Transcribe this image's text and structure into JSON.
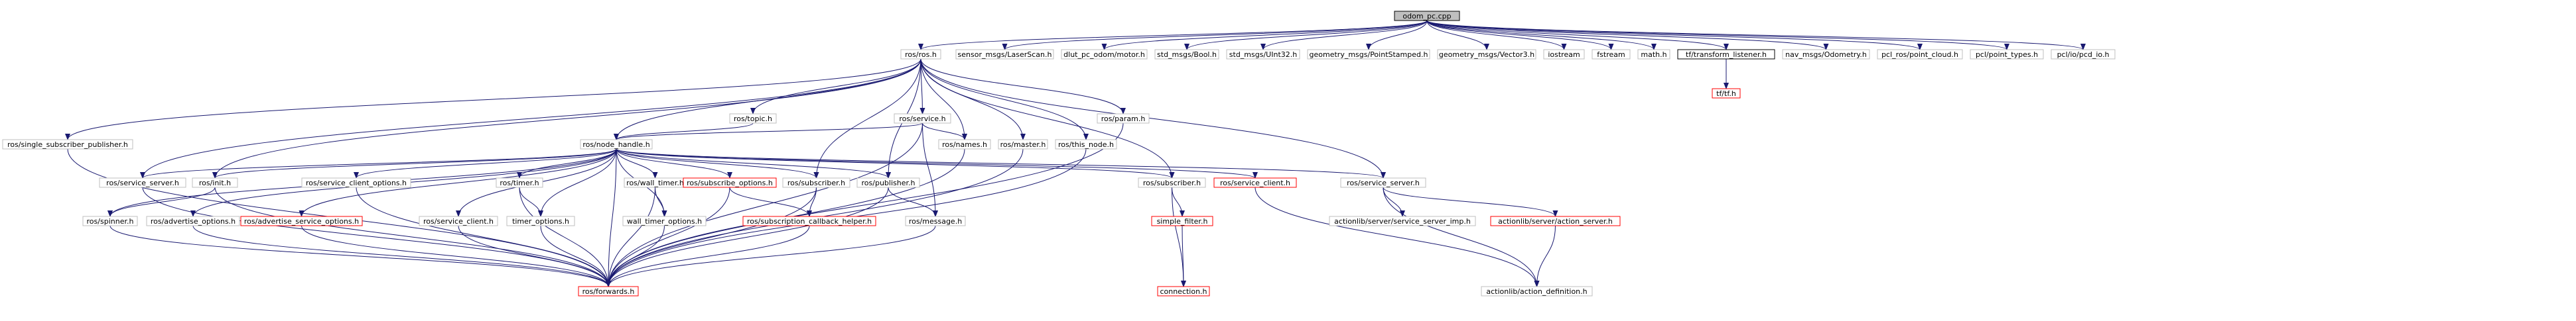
{
  "colors": {
    "edge": "#191970",
    "border_default": "#bfbfbf",
    "border_missing": "#ff0000",
    "border_root": "#000000",
    "fill_default": "#ffffff",
    "fill_root": "#bfbfbf"
  },
  "nodes": [
    {
      "id": "odom",
      "label": "odom_pc.cpp",
      "kind": "root"
    },
    {
      "id": "rosh",
      "label": "ros/ros.h",
      "kind": "normal"
    },
    {
      "id": "laser",
      "label": "sensor_msgs/LaserScan.h",
      "kind": "normal"
    },
    {
      "id": "motor",
      "label": "dlut_pc_odom/motor.h",
      "kind": "normal"
    },
    {
      "id": "bool",
      "label": "std_msgs/Bool.h",
      "kind": "normal"
    },
    {
      "id": "uint32",
      "label": "std_msgs/UInt32.h",
      "kind": "normal"
    },
    {
      "id": "ptstamped",
      "label": "geometry_msgs/PointStamped.h",
      "kind": "normal"
    },
    {
      "id": "vector3",
      "label": "geometry_msgs/Vector3.h",
      "kind": "normal"
    },
    {
      "id": "iostream",
      "label": "iostream",
      "kind": "normal"
    },
    {
      "id": "fstream",
      "label": "fstream",
      "kind": "normal"
    },
    {
      "id": "math",
      "label": "math.h",
      "kind": "normal"
    },
    {
      "id": "tflistener",
      "label": "tf/transform_listener.h",
      "kind": "black"
    },
    {
      "id": "odometry",
      "label": "nav_msgs/Odometry.h",
      "kind": "normal"
    },
    {
      "id": "pclros",
      "label": "pcl_ros/point_cloud.h",
      "kind": "normal"
    },
    {
      "id": "pcltypes",
      "label": "pcl/point_types.h",
      "kind": "normal"
    },
    {
      "id": "pclio",
      "label": "pcl/io/pcd_io.h",
      "kind": "normal"
    },
    {
      "id": "tftf",
      "label": "tf/tf.h",
      "kind": "missing"
    },
    {
      "id": "single",
      "label": "ros/single_subscriber_publisher.h",
      "kind": "normal"
    },
    {
      "id": "topic",
      "label": "ros/topic.h",
      "kind": "normal"
    },
    {
      "id": "service",
      "label": "ros/service.h",
      "kind": "normal"
    },
    {
      "id": "param",
      "label": "ros/param.h",
      "kind": "normal"
    },
    {
      "id": "nodehandle",
      "label": "ros/node_handle.h",
      "kind": "normal"
    },
    {
      "id": "names",
      "label": "ros/names.h",
      "kind": "normal"
    },
    {
      "id": "master",
      "label": "ros/master.h",
      "kind": "normal"
    },
    {
      "id": "thisnode",
      "label": "ros/this_node.h",
      "kind": "normal"
    },
    {
      "id": "srvserver",
      "label": "ros/service_server.h",
      "kind": "normal"
    },
    {
      "id": "init",
      "label": "ros/init.h",
      "kind": "normal"
    },
    {
      "id": "srvclientopt",
      "label": "ros/service_client_options.h",
      "kind": "normal"
    },
    {
      "id": "timer",
      "label": "ros/timer.h",
      "kind": "normal"
    },
    {
      "id": "walltimer",
      "label": "ros/wall_timer.h",
      "kind": "normal"
    },
    {
      "id": "subopts",
      "label": "ros/subscribe_options.h",
      "kind": "missing"
    },
    {
      "id": "subscriber",
      "label": "ros/subscriber.h",
      "kind": "normal"
    },
    {
      "id": "publisher",
      "label": "ros/publisher.h",
      "kind": "normal"
    },
    {
      "id": "subscriber2",
      "label": "ros/subscriber.h",
      "kind": "normal"
    },
    {
      "id": "srvclientmissing",
      "label": "ros/service_client.h",
      "kind": "missing"
    },
    {
      "id": "srvserver2",
      "label": "ros/service_server.h",
      "kind": "normal"
    },
    {
      "id": "spinner",
      "label": "ros/spinner.h",
      "kind": "normal"
    },
    {
      "id": "advopts",
      "label": "ros/advertise_options.h",
      "kind": "normal"
    },
    {
      "id": "advsrvopts",
      "label": "ros/advertise_service_options.h",
      "kind": "missing"
    },
    {
      "id": "srvclient",
      "label": "ros/service_client.h",
      "kind": "normal"
    },
    {
      "id": "timeropts",
      "label": "timer_options.h",
      "kind": "normal"
    },
    {
      "id": "walltimeropts",
      "label": "wall_timer_options.h",
      "kind": "normal"
    },
    {
      "id": "subcb",
      "label": "ros/subscription_callback_helper.h",
      "kind": "missing"
    },
    {
      "id": "message",
      "label": "ros/message.h",
      "kind": "normal"
    },
    {
      "id": "simplefilter",
      "label": "simple_filter.h",
      "kind": "missing"
    },
    {
      "id": "srvserverimp",
      "label": "actionlib/server/service_server_imp.h",
      "kind": "normal"
    },
    {
      "id": "actionserver",
      "label": "actionlib/server/action_server.h",
      "kind": "missing"
    },
    {
      "id": "forwards",
      "label": "ros/forwards.h",
      "kind": "missing"
    },
    {
      "id": "connection",
      "label": "connection.h",
      "kind": "missing"
    },
    {
      "id": "actiondef",
      "label": "actionlib/action_definition.h",
      "kind": "normal"
    }
  ],
  "edges": [
    [
      "odom",
      "rosh"
    ],
    [
      "odom",
      "laser"
    ],
    [
      "odom",
      "motor"
    ],
    [
      "odom",
      "bool"
    ],
    [
      "odom",
      "uint32"
    ],
    [
      "odom",
      "ptstamped"
    ],
    [
      "odom",
      "vector3"
    ],
    [
      "odom",
      "iostream"
    ],
    [
      "odom",
      "fstream"
    ],
    [
      "odom",
      "math"
    ],
    [
      "odom",
      "tflistener"
    ],
    [
      "odom",
      "odometry"
    ],
    [
      "odom",
      "pclros"
    ],
    [
      "odom",
      "pcltypes"
    ],
    [
      "odom",
      "pclio"
    ],
    [
      "tflistener",
      "tftf"
    ],
    [
      "rosh",
      "single"
    ],
    [
      "rosh",
      "topic"
    ],
    [
      "rosh",
      "service"
    ],
    [
      "rosh",
      "param"
    ],
    [
      "rosh",
      "nodehandle"
    ],
    [
      "rosh",
      "names"
    ],
    [
      "rosh",
      "master"
    ],
    [
      "rosh",
      "thisnode"
    ],
    [
      "rosh",
      "srvserver"
    ],
    [
      "rosh",
      "init"
    ],
    [
      "rosh",
      "subscriber"
    ],
    [
      "rosh",
      "publisher"
    ],
    [
      "rosh",
      "subscriber2"
    ],
    [
      "rosh",
      "srvserver2"
    ],
    [
      "topic",
      "nodehandle"
    ],
    [
      "service",
      "nodehandle"
    ],
    [
      "service",
      "names"
    ],
    [
      "service",
      "message"
    ],
    [
      "service",
      "forwards"
    ],
    [
      "param",
      "forwards"
    ],
    [
      "names",
      "forwards"
    ],
    [
      "master",
      "forwards"
    ],
    [
      "thisnode",
      "forwards"
    ],
    [
      "single",
      "forwards"
    ],
    [
      "nodehandle",
      "srvserver"
    ],
    [
      "nodehandle",
      "init"
    ],
    [
      "nodehandle",
      "srvclientopt"
    ],
    [
      "nodehandle",
      "timer"
    ],
    [
      "nodehandle",
      "walltimer"
    ],
    [
      "nodehandle",
      "subopts"
    ],
    [
      "nodehandle",
      "subscriber"
    ],
    [
      "nodehandle",
      "publisher"
    ],
    [
      "nodehandle",
      "srvclientmissing"
    ],
    [
      "nodehandle",
      "srvserver2"
    ],
    [
      "nodehandle",
      "spinner"
    ],
    [
      "nodehandle",
      "advopts"
    ],
    [
      "nodehandle",
      "advsrvopts"
    ],
    [
      "nodehandle",
      "srvclient"
    ],
    [
      "nodehandle",
      "timeropts"
    ],
    [
      "nodehandle",
      "walltimeropts"
    ],
    [
      "nodehandle",
      "forwards"
    ],
    [
      "nodehandle",
      "subscriber2"
    ],
    [
      "srvserver",
      "forwards"
    ],
    [
      "init",
      "spinner"
    ],
    [
      "init",
      "forwards"
    ],
    [
      "srvclientopt",
      "forwards"
    ],
    [
      "timer",
      "timeropts"
    ],
    [
      "timer",
      "forwards"
    ],
    [
      "walltimer",
      "walltimeropts"
    ],
    [
      "walltimer",
      "forwards"
    ],
    [
      "subopts",
      "subcb"
    ],
    [
      "subopts",
      "forwards"
    ],
    [
      "subscriber",
      "subcb"
    ],
    [
      "subscriber",
      "forwards"
    ],
    [
      "publisher",
      "message"
    ],
    [
      "publisher",
      "forwards"
    ],
    [
      "subscriber2",
      "simplefilter"
    ],
    [
      "simplefilter",
      "connection"
    ],
    [
      "subscriber2",
      "connection"
    ],
    [
      "srvclientmissing",
      "actiondef"
    ],
    [
      "srvserver2",
      "srvserverimp"
    ],
    [
      "srvserver2",
      "actionserver"
    ],
    [
      "srvserver2",
      "actiondef"
    ],
    [
      "actionserver",
      "actiondef"
    ],
    [
      "advopts",
      "forwards"
    ],
    [
      "advsrvopts",
      "forwards"
    ],
    [
      "srvclient",
      "forwards"
    ],
    [
      "timeropts",
      "forwards"
    ],
    [
      "walltimeropts",
      "forwards"
    ],
    [
      "subcb",
      "forwards"
    ],
    [
      "message",
      "forwards"
    ],
    [
      "spinner",
      "forwards"
    ]
  ]
}
